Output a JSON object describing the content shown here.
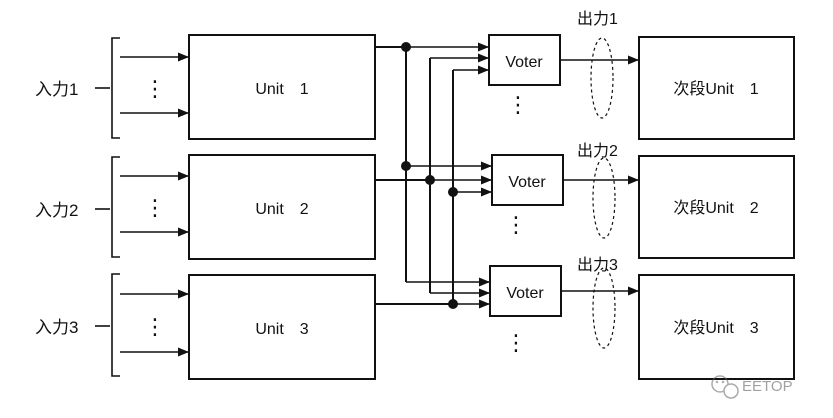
{
  "units": [
    {
      "label": "Unit　1"
    },
    {
      "label": "Unit　2"
    },
    {
      "label": "Unit　3"
    }
  ],
  "inputs": [
    {
      "label": "入力1"
    },
    {
      "label": "入力2"
    },
    {
      "label": "入力3"
    }
  ],
  "voters": [
    {
      "label": "Voter"
    },
    {
      "label": "Voter"
    },
    {
      "label": "Voter"
    }
  ],
  "outputs": [
    {
      "label": "出力1"
    },
    {
      "label": "出力2"
    },
    {
      "label": "出力3"
    }
  ],
  "next_stages": [
    {
      "label": "次段Unit　1"
    },
    {
      "label": "次段Unit　2"
    },
    {
      "label": "次段Unit　3"
    }
  ],
  "ellipsis": "⋮",
  "watermark": {
    "text": "EETOP"
  }
}
